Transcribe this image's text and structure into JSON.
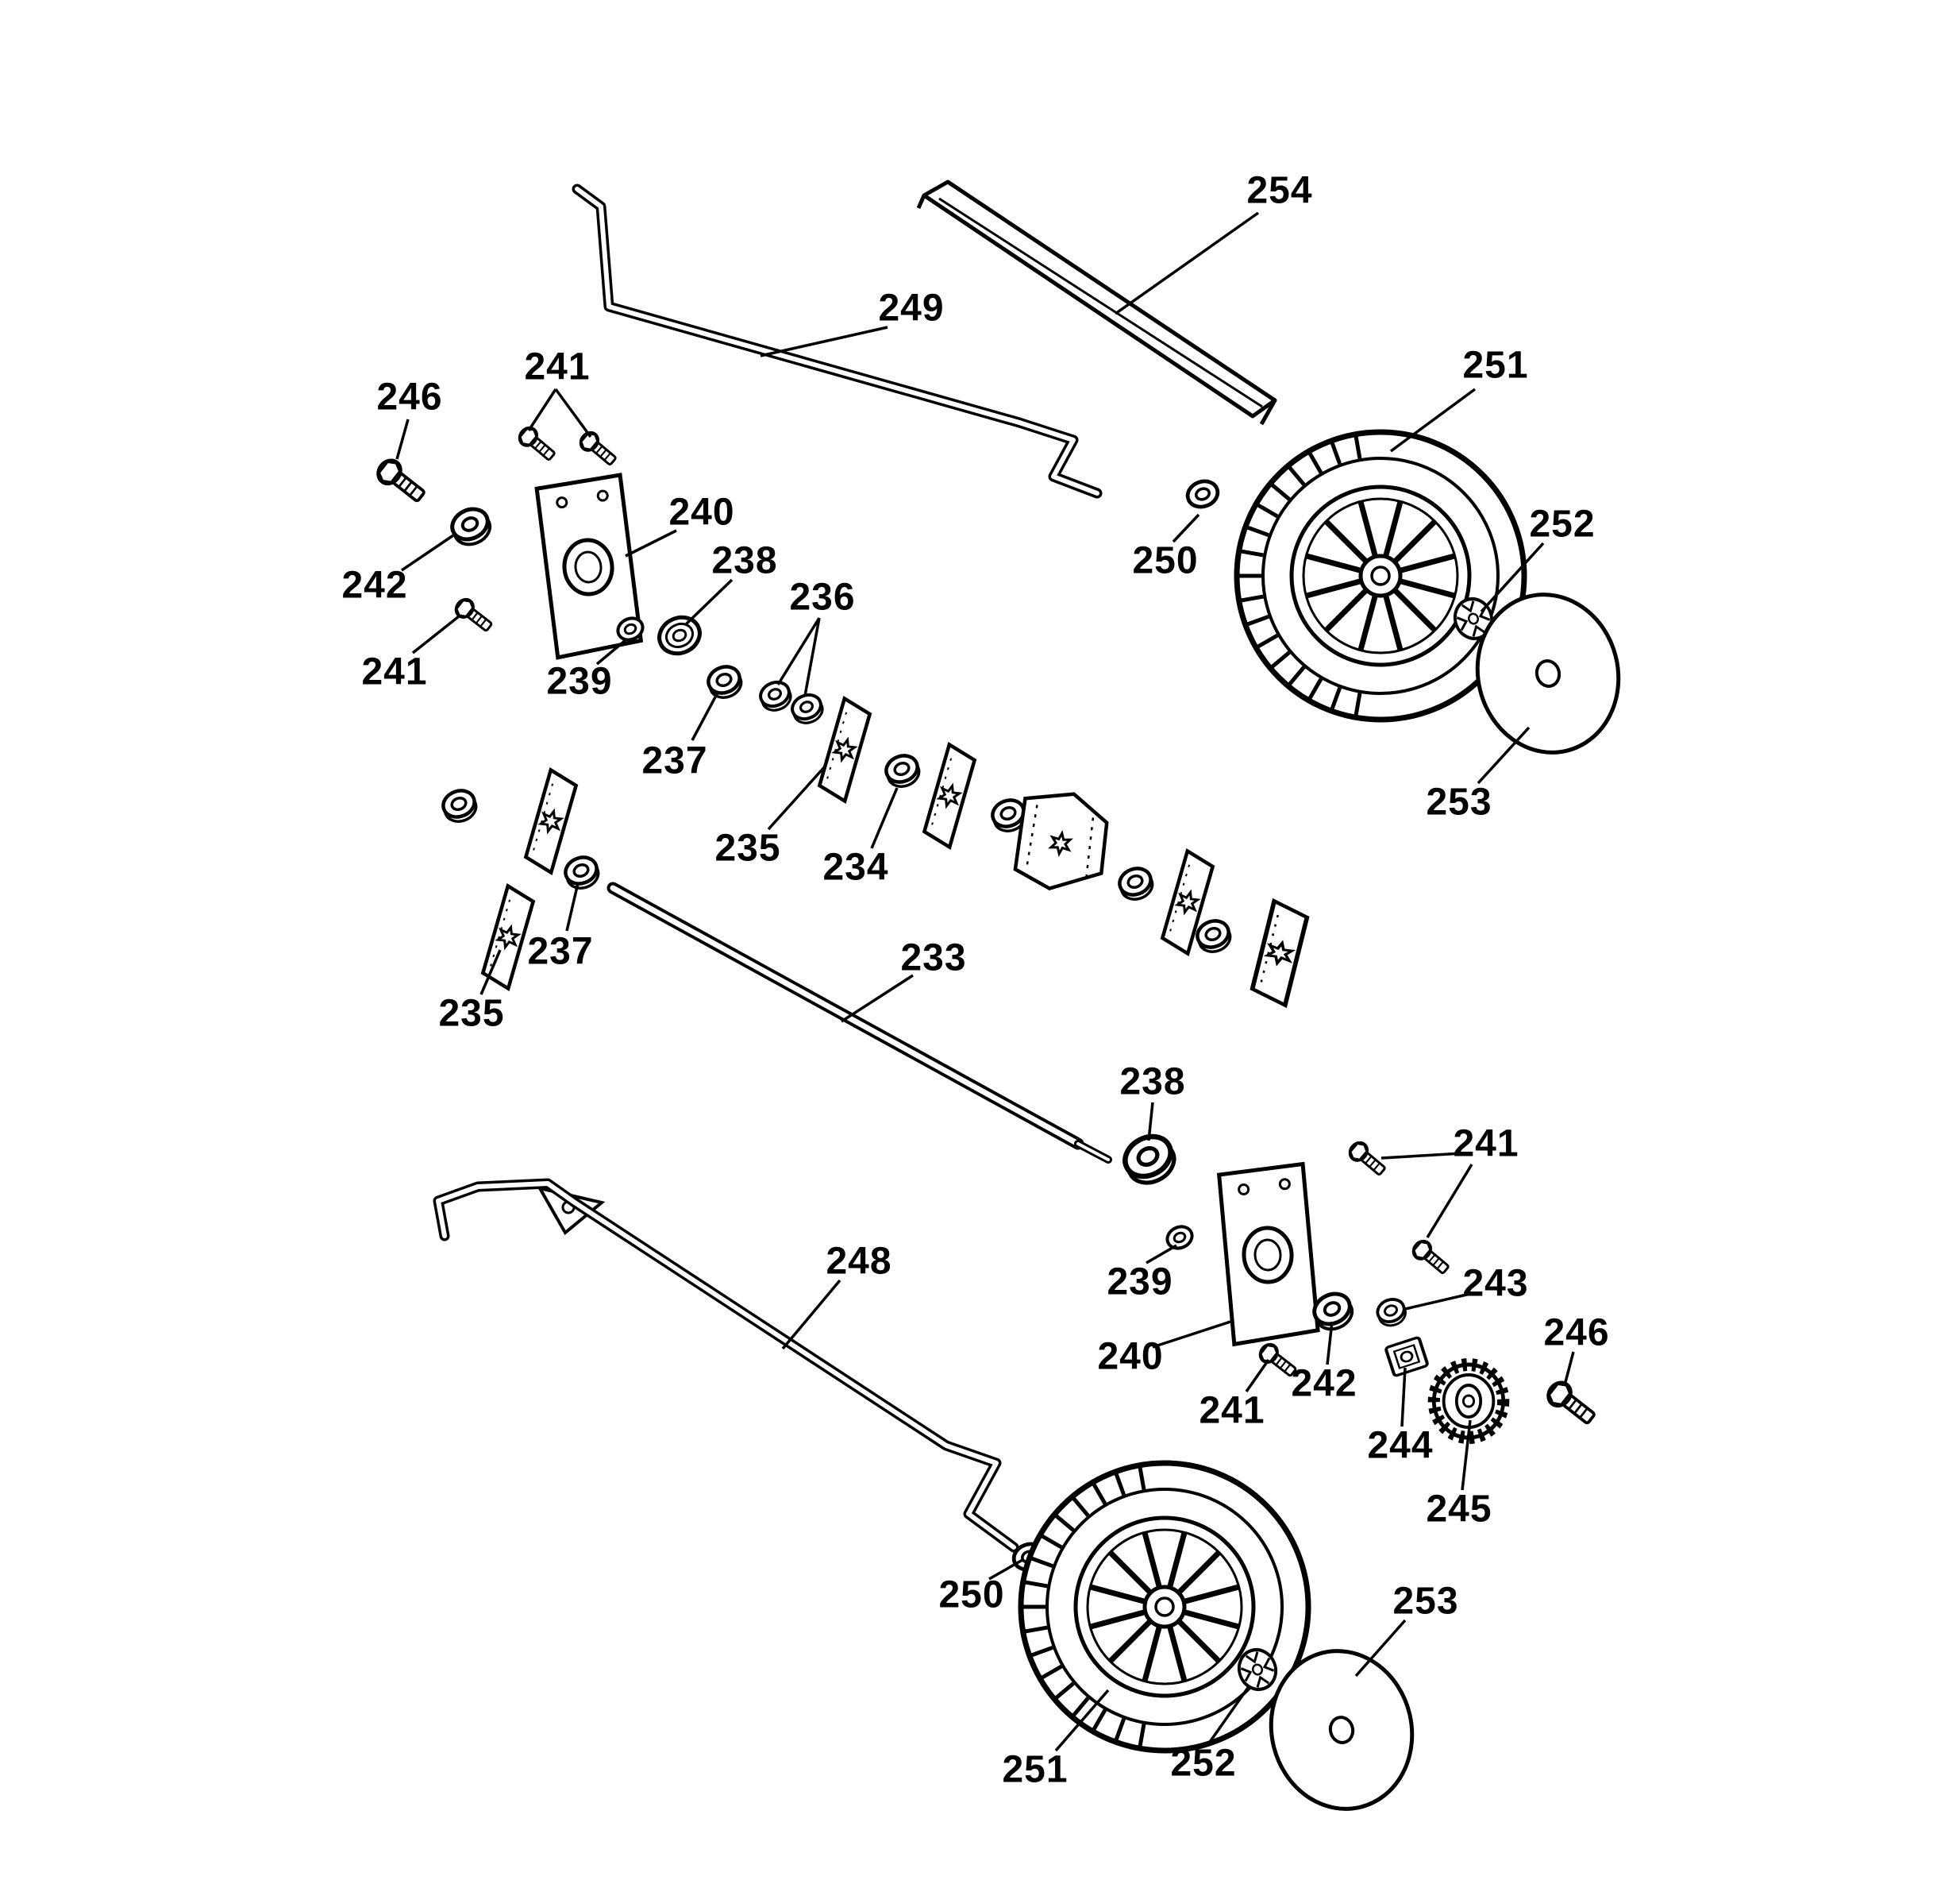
{
  "diagram_type": "exploded-parts-diagram",
  "colors": {
    "background": "#ffffff",
    "line": "#000000",
    "label_text": "#000000"
  },
  "labels": [
    {
      "text": "254"
    },
    {
      "text": "249"
    },
    {
      "text": "251"
    },
    {
      "text": "246"
    },
    {
      "text": "241"
    },
    {
      "text": "240"
    },
    {
      "text": "238"
    },
    {
      "text": "236"
    },
    {
      "text": "250"
    },
    {
      "text": "252"
    },
    {
      "text": "242"
    },
    {
      "text": "241"
    },
    {
      "text": "239"
    },
    {
      "text": "237"
    },
    {
      "text": "253"
    },
    {
      "text": "235"
    },
    {
      "text": "234"
    },
    {
      "text": "237"
    },
    {
      "text": "233"
    },
    {
      "text": "235"
    },
    {
      "text": "238"
    },
    {
      "text": "241"
    },
    {
      "text": "248"
    },
    {
      "text": "239"
    },
    {
      "text": "243"
    },
    {
      "text": "240"
    },
    {
      "text": "246"
    },
    {
      "text": "242"
    },
    {
      "text": "241"
    },
    {
      "text": "244"
    },
    {
      "text": "245"
    },
    {
      "text": "250"
    },
    {
      "text": "253"
    },
    {
      "text": "251"
    },
    {
      "text": "252"
    }
  ]
}
